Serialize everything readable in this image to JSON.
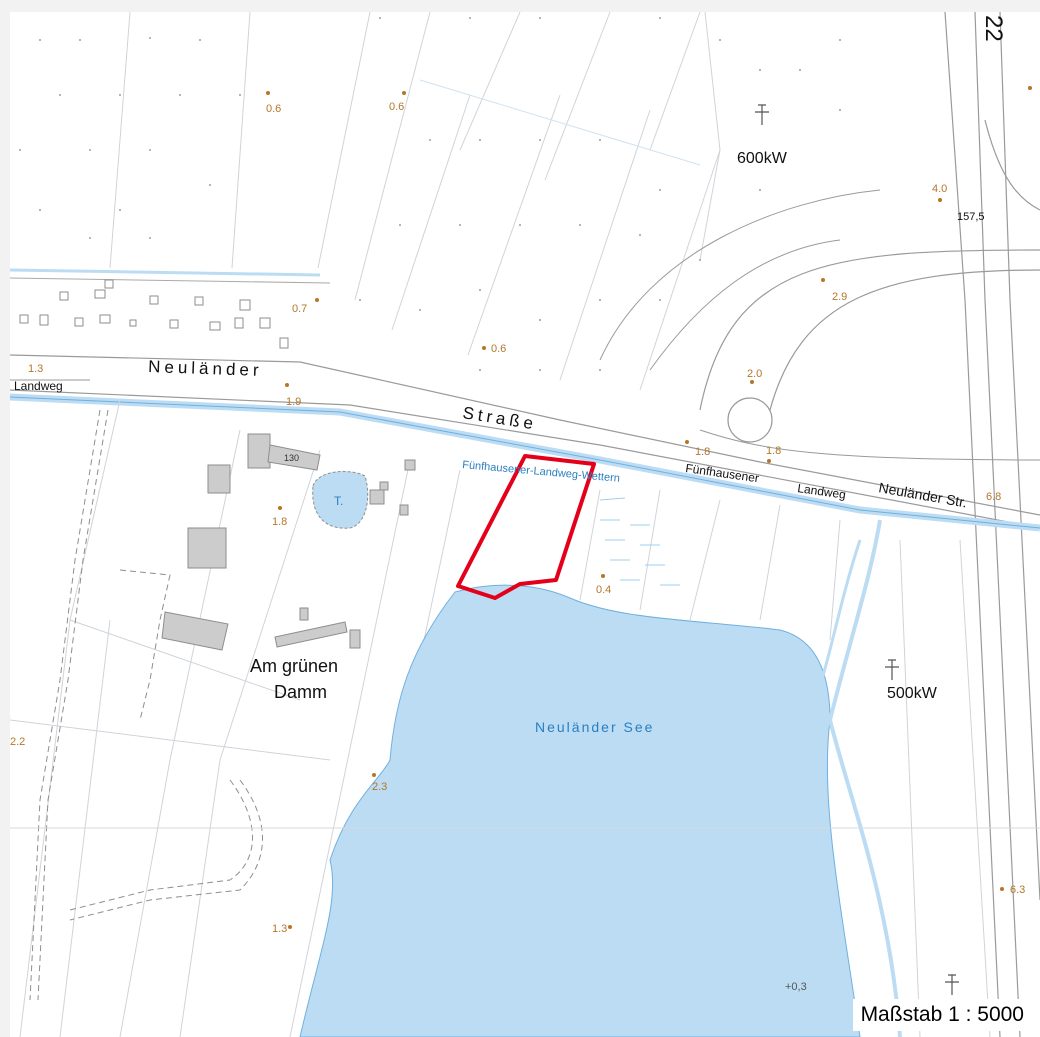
{
  "map": {
    "road_labels": {
      "neulaender": "Neuländer",
      "strasse": "Straße",
      "landweg_west": "Landweg",
      "fuenfhausener": "Fünfhausener",
      "landweg_east": "Landweg",
      "neulaender_str": "Neuländer Str.",
      "highway": "22"
    },
    "water_labels": {
      "wettern": "Fünfhausener-Landweg-Wettern",
      "lake": "Neuländer See",
      "pond": "T."
    },
    "place_labels": {
      "am_gruenen_line1": "Am grünen",
      "am_gruenen_line2": "Damm"
    },
    "turbine_labels": {
      "north": "600kW",
      "east": "500kW"
    },
    "building_number": "130",
    "elevations": [
      "0.6",
      "0.6",
      "0.7",
      "0.6",
      "1.3",
      "1.9",
      "1.8",
      "1.8",
      "1.8",
      "2.0",
      "2.9",
      "4.0",
      "157,5",
      "6.8",
      "0.4",
      "2.2",
      "2.3",
      "1.3",
      "6.3",
      "+0,3"
    ],
    "scale_text": "Maßstab 1 : 5000",
    "colors": {
      "water": "#bcdcf3",
      "water_line": "#6fb0e0",
      "parcel_outline": "#e4001a",
      "elevation": "#b5762a",
      "road": "#9a9a9a"
    }
  }
}
